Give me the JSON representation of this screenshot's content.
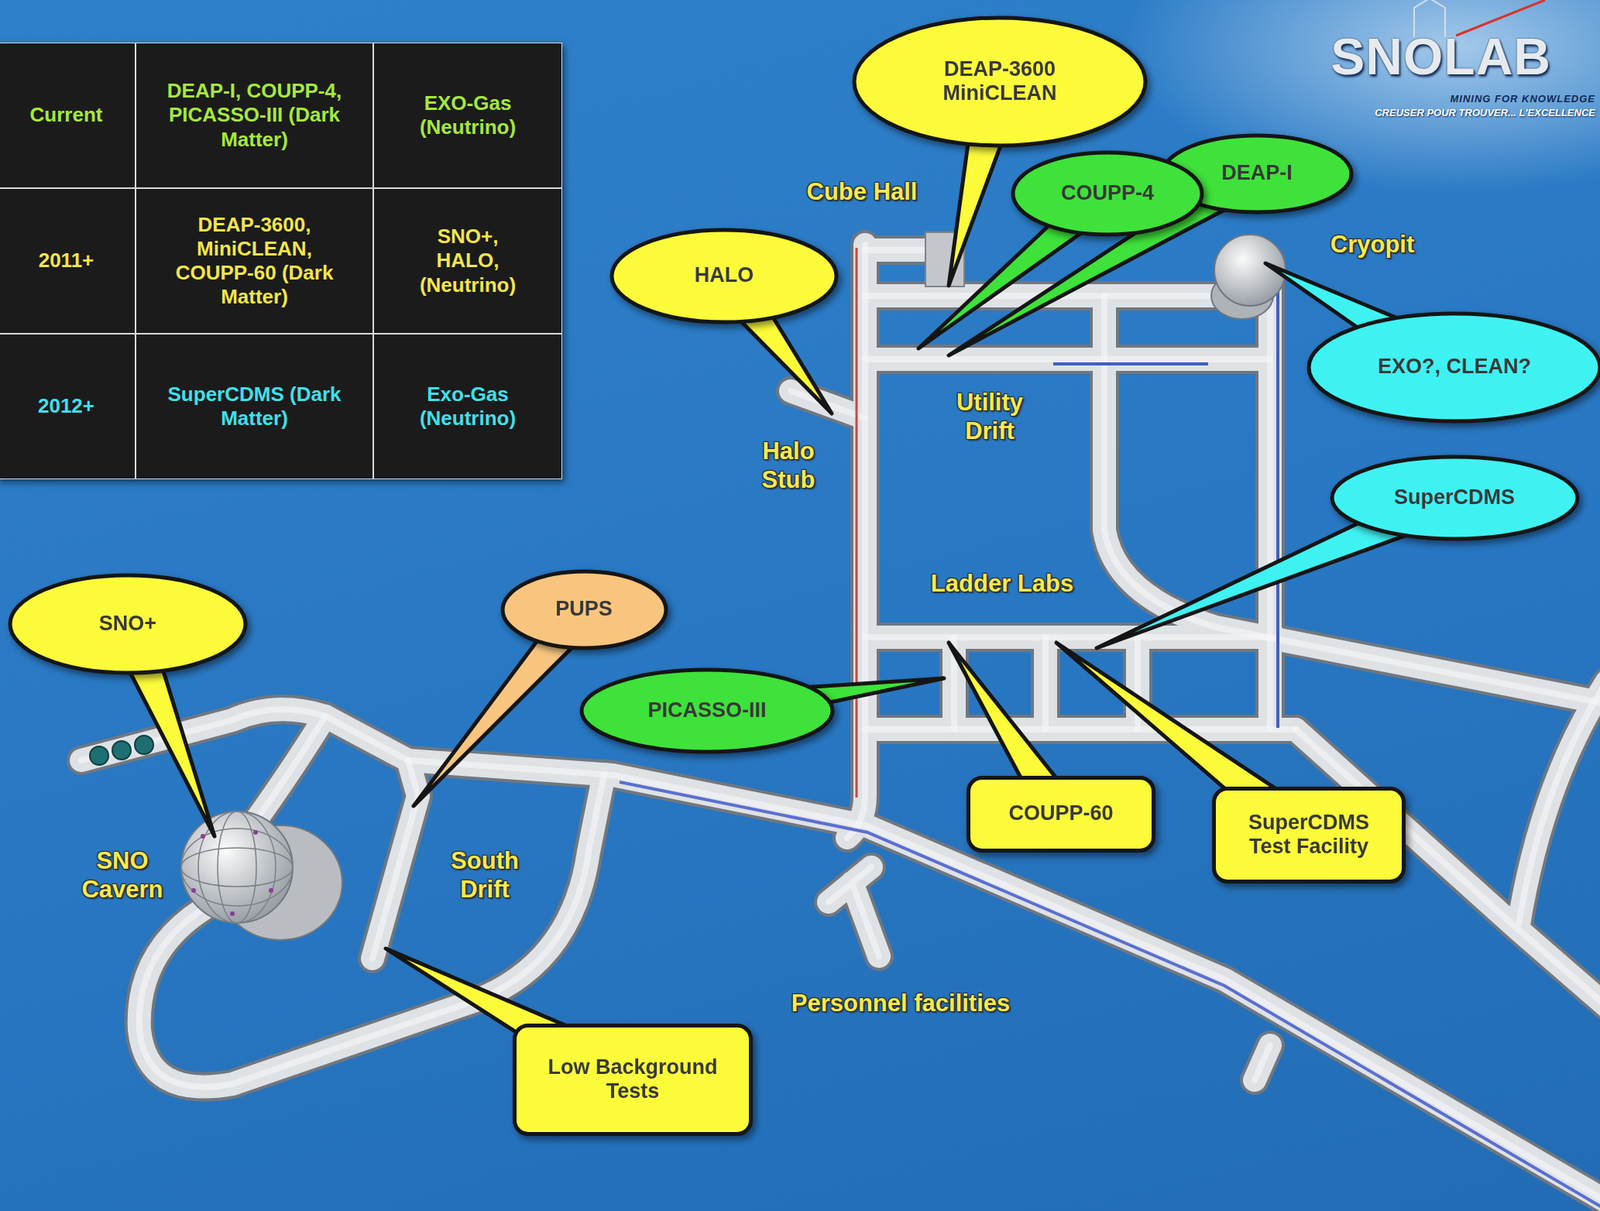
{
  "diagram": {
    "nodes": [
      {
        "text": [
          "DEAP-3600 MiniCLEAN"
        ]
      },
      {
        "text": [
          "DEAP-I"
        ]
      },
      {
        "text": [
          "COUPP-4"
        ]
      },
      {
        "text": [
          "HALO"
        ]
      },
      {
        "text": [
          "EXO?, CLEAN?"
        ]
      },
      {
        "text": [
          "SuperCDMS"
        ]
      },
      {
        "text": [
          "SNO+"
        ]
      },
      {
        "text": [
          "PUPS"
        ]
      },
      {
        "text": [
          "PICASSO-III"
        ]
      },
      {
        "text": [
          "COUPP-60"
        ]
      },
      {
        "text": [
          "SuperCDMS Test Facility"
        ]
      },
      {
        "text": [
          "Low Background Tests"
        ]
      }
    ],
    "labels": [
      "Current",
      "DEAP-I, COUPP-4, PICASSO-III (Dark Matter)",
      "EXO-Gas (Neutrino)",
      "2011+",
      "DEAP-3600, MiniCLEAN, COUPP-60 (Dark Matter)",
      "SNO+, HALO, (Neutrino)",
      "2012+",
      "SuperCDMS (Dark Matter)",
      "Exo-Gas (Neutrino)",
      "SNOLAB",
      "MINING FOR KNOWLEDGE",
      "CREUSER POUR TROUVER... L'EXCELLENCE",
      "Cube Hall",
      "Cryopit",
      "Utility Drift",
      "Halo Stub",
      "Ladder Labs",
      "SNO Cavern",
      "South Drift",
      "Personnel facilities"
    ]
  }
}
